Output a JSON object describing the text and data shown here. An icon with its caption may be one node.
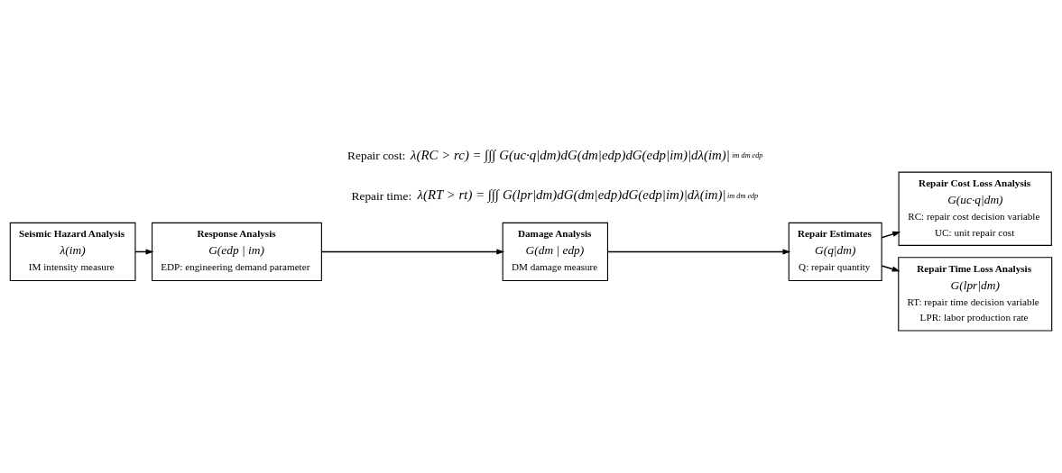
{
  "diagram": {
    "nodes": [
      {
        "text": [
          "Seismic Hazard Analysis",
          "λ(im)",
          "IM intensity measure"
        ]
      },
      {
        "text": [
          "Response Analysis",
          "G(edp | im)",
          "EDP: engineering demand parameter"
        ]
      },
      {
        "text": [
          "Damage Analysis",
          "G(dm | edp)",
          "DM damage measure"
        ]
      },
      {
        "text": [
          "Repair Estimates",
          "G(q|dm)",
          "Q: repair quantity"
        ]
      },
      {
        "text": [
          "Repair Cost Loss Analysis",
          "G(uc·q|dm)",
          "RC: repair cost decision variable",
          "UC: unit repair cost"
        ]
      },
      {
        "text": [
          "Repair Time Loss Analysis",
          "G(lpr|dm)",
          "RT: repair time decision variable",
          "LPR: labor production rate"
        ]
      }
    ],
    "edges": [
      {
        "from": 0,
        "to": 1,
        "arrow": "to"
      },
      {
        "from": 1,
        "to": 2,
        "arrow": "to"
      },
      {
        "from": 2,
        "to": 3,
        "arrow": "to"
      },
      {
        "from": 3,
        "to": 4,
        "arrow": "to"
      },
      {
        "from": 3,
        "to": 5,
        "arrow": "to"
      }
    ],
    "labels": [
      "Repair cost:",
      "λ(RC > rc) = ∫∫∫ G(uc·q|dm)dG(dm|edp)dG(edp|im)|dλ(im)|",
      "im dm edp",
      "Repair time:",
      "λ(RT > rt) = ∫∫∫ G(lpr|dm)dG(dm|edp)dG(edp|im)|dλ(im)|",
      "im dm edp"
    ]
  }
}
